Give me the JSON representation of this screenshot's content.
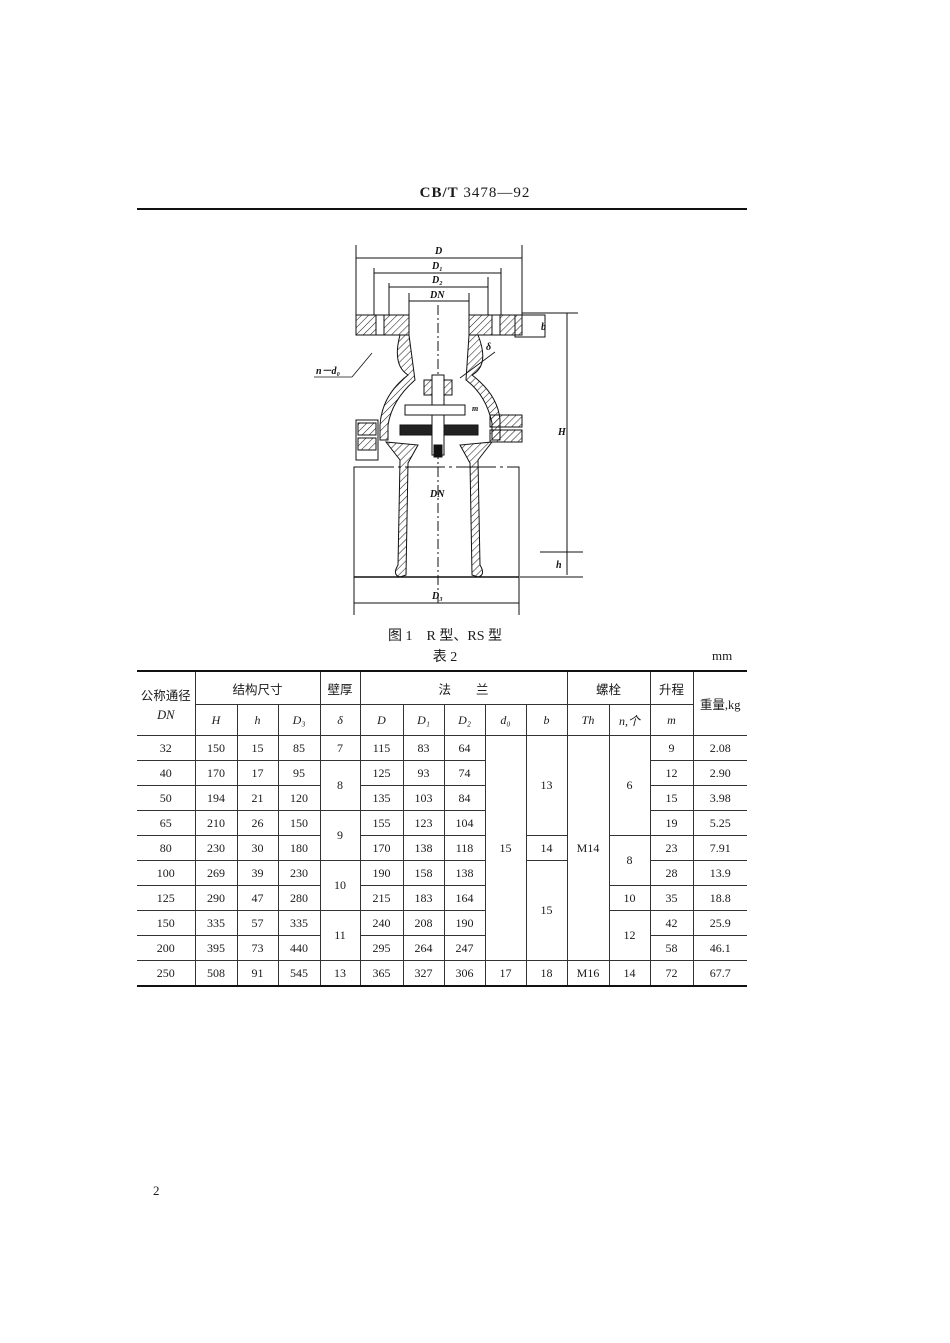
{
  "header": {
    "prefix": "CB/T",
    "number": "3478—92"
  },
  "figure": {
    "labels": {
      "D": "D",
      "D1": "D₁",
      "D2": "D₂",
      "DN_top": "DN",
      "DN_mid": "DN",
      "D3": "D₃",
      "b": "b",
      "H": "H",
      "h": "h",
      "delta": "δ",
      "n_d0": "n－d₀",
      "m": "m"
    },
    "caption": "图 1　R 型、RS 型"
  },
  "table": {
    "title": "表 2",
    "unit": "mm",
    "headers_top": {
      "dn": "公称通径",
      "dn_sym": "DN",
      "structure": "结构尺寸",
      "wall": "壁厚",
      "flange": "法　　兰",
      "bolt": "螺栓",
      "lift": "升程",
      "weight": "重量,kg"
    },
    "headers_sub": {
      "H": "H",
      "h": "h",
      "D3": "D₃",
      "delta": "δ",
      "D": "D",
      "D1": "D₁",
      "D2": "D₂",
      "d0": "d₀",
      "b": "b",
      "Th": "Th",
      "n": "n,个",
      "m": "m"
    },
    "columns": [
      "DN",
      "H",
      "h",
      "D3",
      "δ",
      "D",
      "D1",
      "D2",
      "d0",
      "b",
      "Th",
      "n,个",
      "m",
      "重量,kg"
    ],
    "rows": [
      {
        "DN": "32",
        "H": "150",
        "h": "15",
        "D3": "85",
        "delta": "7",
        "D": "115",
        "D1": "83",
        "D2": "64",
        "d0": "15",
        "b": "13",
        "Th": "M14",
        "n": "6",
        "m": "9",
        "weight": "2.08"
      },
      {
        "DN": "40",
        "H": "170",
        "h": "17",
        "D3": "95",
        "delta": "8",
        "D": "125",
        "D1": "93",
        "D2": "74",
        "d0": "15",
        "b": "13",
        "Th": "M14",
        "n": "6",
        "m": "12",
        "weight": "2.90"
      },
      {
        "DN": "50",
        "H": "194",
        "h": "21",
        "D3": "120",
        "delta": "8",
        "D": "135",
        "D1": "103",
        "D2": "84",
        "d0": "15",
        "b": "13",
        "Th": "M14",
        "n": "6",
        "m": "15",
        "weight": "3.98"
      },
      {
        "DN": "65",
        "H": "210",
        "h": "26",
        "D3": "150",
        "delta": "9",
        "D": "155",
        "D1": "123",
        "D2": "104",
        "d0": "15",
        "b": "13",
        "Th": "M14",
        "n": "6",
        "m": "19",
        "weight": "5.25"
      },
      {
        "DN": "80",
        "H": "230",
        "h": "30",
        "D3": "180",
        "delta": "9",
        "D": "170",
        "D1": "138",
        "D2": "118",
        "d0": "15",
        "b": "14",
        "Th": "M14",
        "n": "8",
        "m": "23",
        "weight": "7.91"
      },
      {
        "DN": "100",
        "H": "269",
        "h": "39",
        "D3": "230",
        "delta": "10",
        "D": "190",
        "D1": "158",
        "D2": "138",
        "d0": "15",
        "b": "15",
        "Th": "M14",
        "n": "8",
        "m": "28",
        "weight": "13.9"
      },
      {
        "DN": "125",
        "H": "290",
        "h": "47",
        "D3": "280",
        "delta": "10",
        "D": "215",
        "D1": "183",
        "D2": "164",
        "d0": "15",
        "b": "15",
        "Th": "M14",
        "n": "10",
        "m": "35",
        "weight": "18.8"
      },
      {
        "DN": "150",
        "H": "335",
        "h": "57",
        "D3": "335",
        "delta": "11",
        "D": "240",
        "D1": "208",
        "D2": "190",
        "d0": "15",
        "b": "15",
        "Th": "M14",
        "n": "12",
        "m": "42",
        "weight": "25.9"
      },
      {
        "DN": "200",
        "H": "395",
        "h": "73",
        "D3": "440",
        "delta": "11",
        "D": "295",
        "D1": "264",
        "D2": "247",
        "d0": "15",
        "b": "15",
        "Th": "M14",
        "n": "12",
        "m": "58",
        "weight": "46.1"
      },
      {
        "DN": "250",
        "H": "508",
        "h": "91",
        "D3": "545",
        "delta": "13",
        "D": "365",
        "D1": "327",
        "D2": "306",
        "d0": "17",
        "b": "18",
        "Th": "M16",
        "n": "14",
        "m": "72",
        "weight": "67.7"
      }
    ],
    "merged": {
      "delta_8": "8",
      "delta_9": "9",
      "delta_10": "10",
      "delta_11": "11",
      "d0_15": "15",
      "b_13": "13",
      "b_14": "14",
      "b_15": "15",
      "Th_M14": "M14",
      "n_6": "6",
      "n_8": "8",
      "n_12": "12"
    }
  },
  "footer": {
    "page_number": "2"
  }
}
